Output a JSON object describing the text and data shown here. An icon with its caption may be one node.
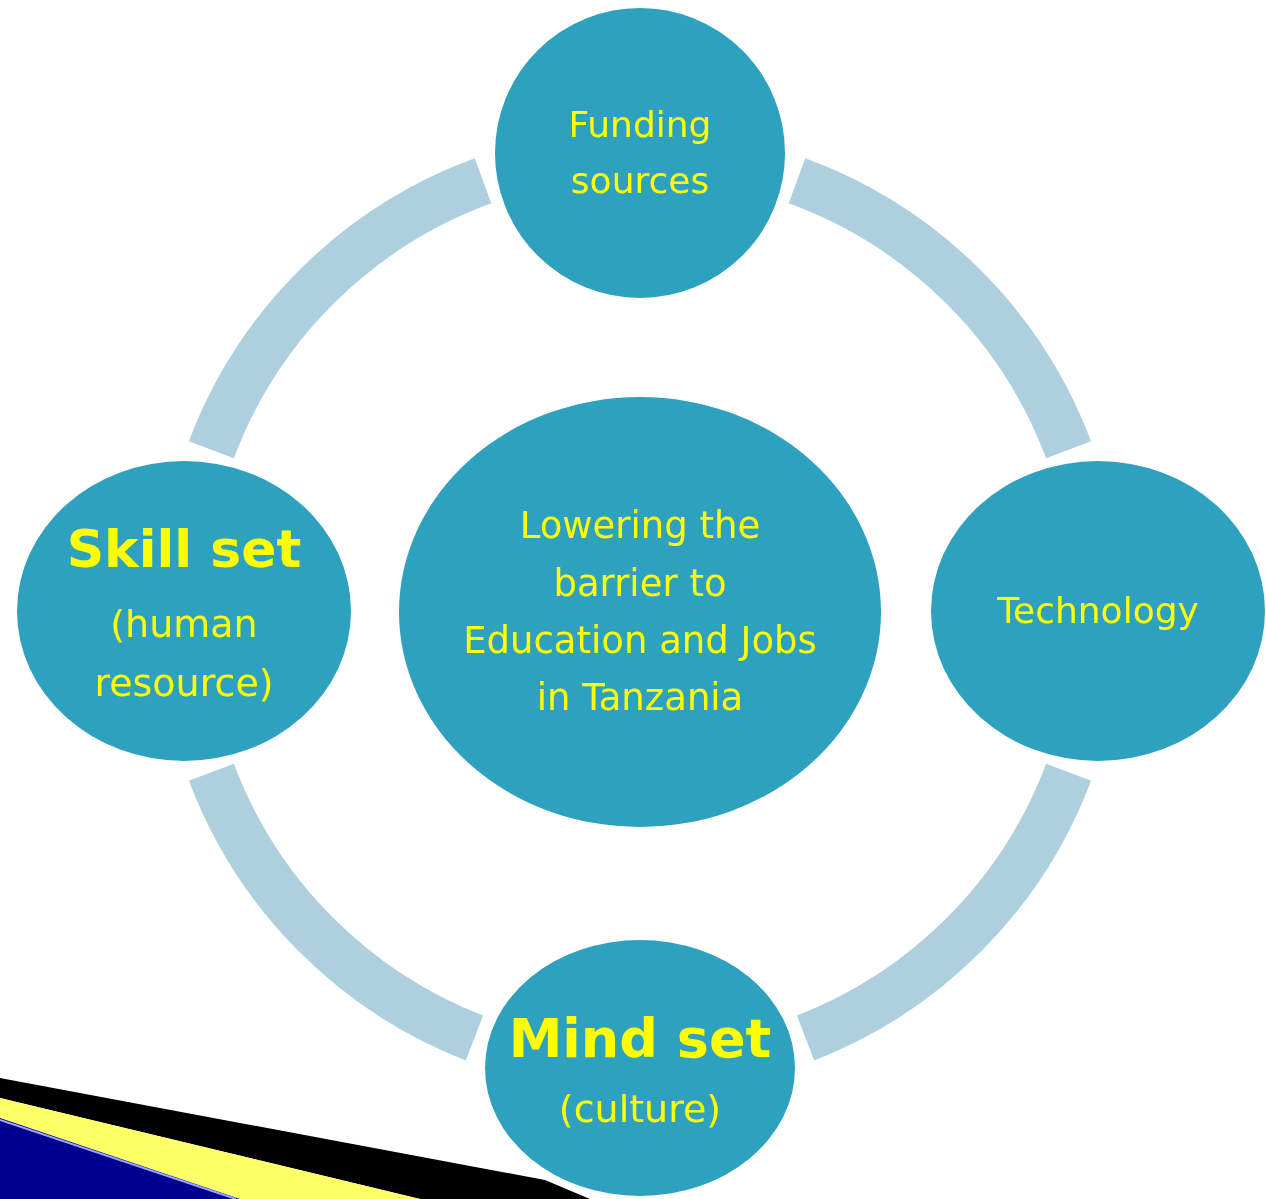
{
  "diagram": {
    "nodes": [
      {
        "text": [
          "Funding sources"
        ]
      },
      {
        "text": [
          "Skill set",
          "(human resource)"
        ]
      },
      {
        "text": [
          "Lowering the barrier to Education and Jobs in Tanzania"
        ]
      },
      {
        "text": [
          "Technology"
        ]
      },
      {
        "text": [
          "Mind set",
          "(culture)"
        ]
      }
    ],
    "edges": [
      {
        "from": 0,
        "to": 3,
        "arrow": "none"
      },
      {
        "from": 3,
        "to": 4,
        "arrow": "none"
      },
      {
        "from": 4,
        "to": 1,
        "arrow": "none"
      },
      {
        "from": 1,
        "to": 0,
        "arrow": "none"
      }
    ]
  }
}
